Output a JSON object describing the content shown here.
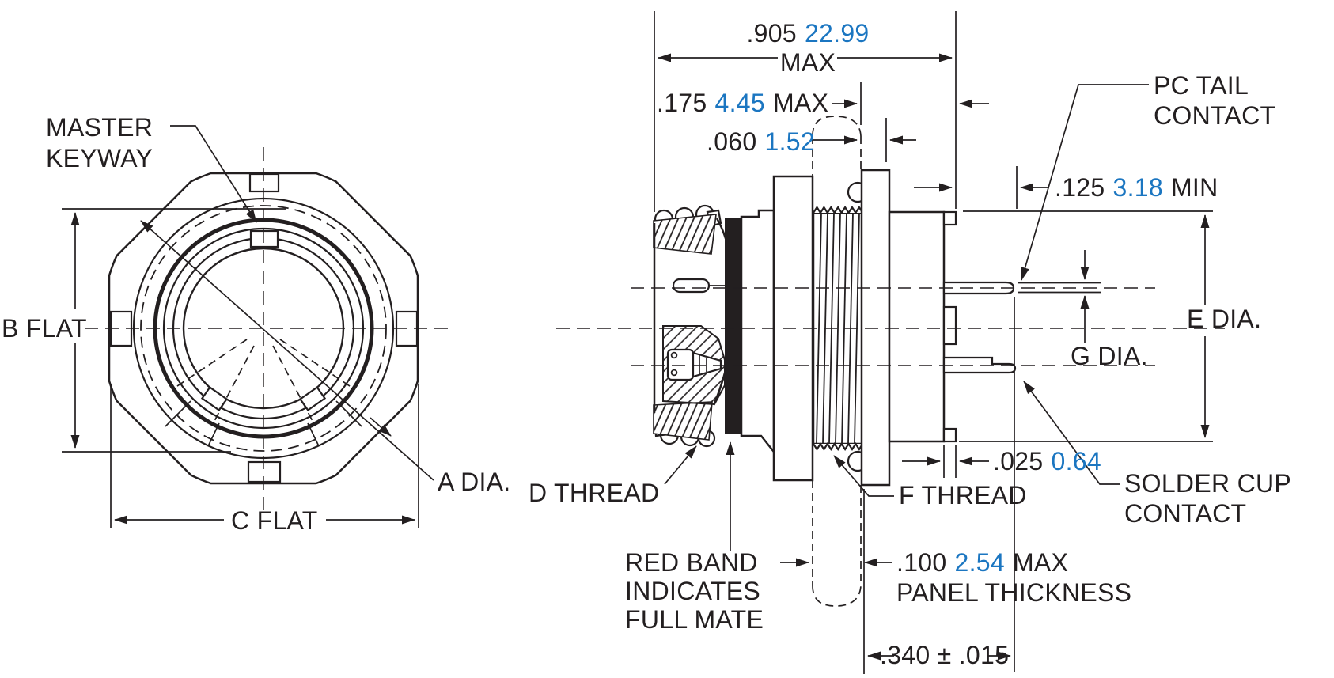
{
  "colors": {
    "ink": "#231f20",
    "metric": "#1b76c1",
    "background": "#ffffff"
  },
  "front_view": {
    "labels": {
      "master_keyway_line1": "MASTER",
      "master_keyway_line2": "KEYWAY",
      "b_flat": "B FLAT",
      "c_flat": "C FLAT",
      "a_dia": "A DIA."
    }
  },
  "side_view": {
    "labels": {
      "pc_tail_line1": "PC TAIL",
      "pc_tail_line2": "CONTACT",
      "solder_cup_line1": "SOLDER CUP",
      "solder_cup_line2": "CONTACT",
      "d_thread": "D THREAD",
      "f_thread": "F THREAD",
      "red_band_line1": "RED BAND",
      "red_band_line2": "INDICATES",
      "red_band_line3": "FULL MATE",
      "e_dia": "E DIA.",
      "g_dia": "G DIA.",
      "panel_thickness": "PANEL THICKNESS"
    },
    "dims": {
      "overall": {
        "in": ".905",
        "mm": "22.99",
        "qual": "MAX"
      },
      "rear": {
        "in": ".175",
        "mm": "4.45",
        "qual": "MAX"
      },
      "nut": {
        "in": ".060",
        "mm": "1.52"
      },
      "tail": {
        "in": ".125",
        "mm": "3.18",
        "qual": "MIN"
      },
      "step": {
        "in": ".025",
        "mm": "0.64"
      },
      "panel": {
        "in": ".100",
        "mm": "2.54",
        "qual": "MAX"
      },
      "mount": {
        "in": ".340 ± .015"
      }
    }
  }
}
